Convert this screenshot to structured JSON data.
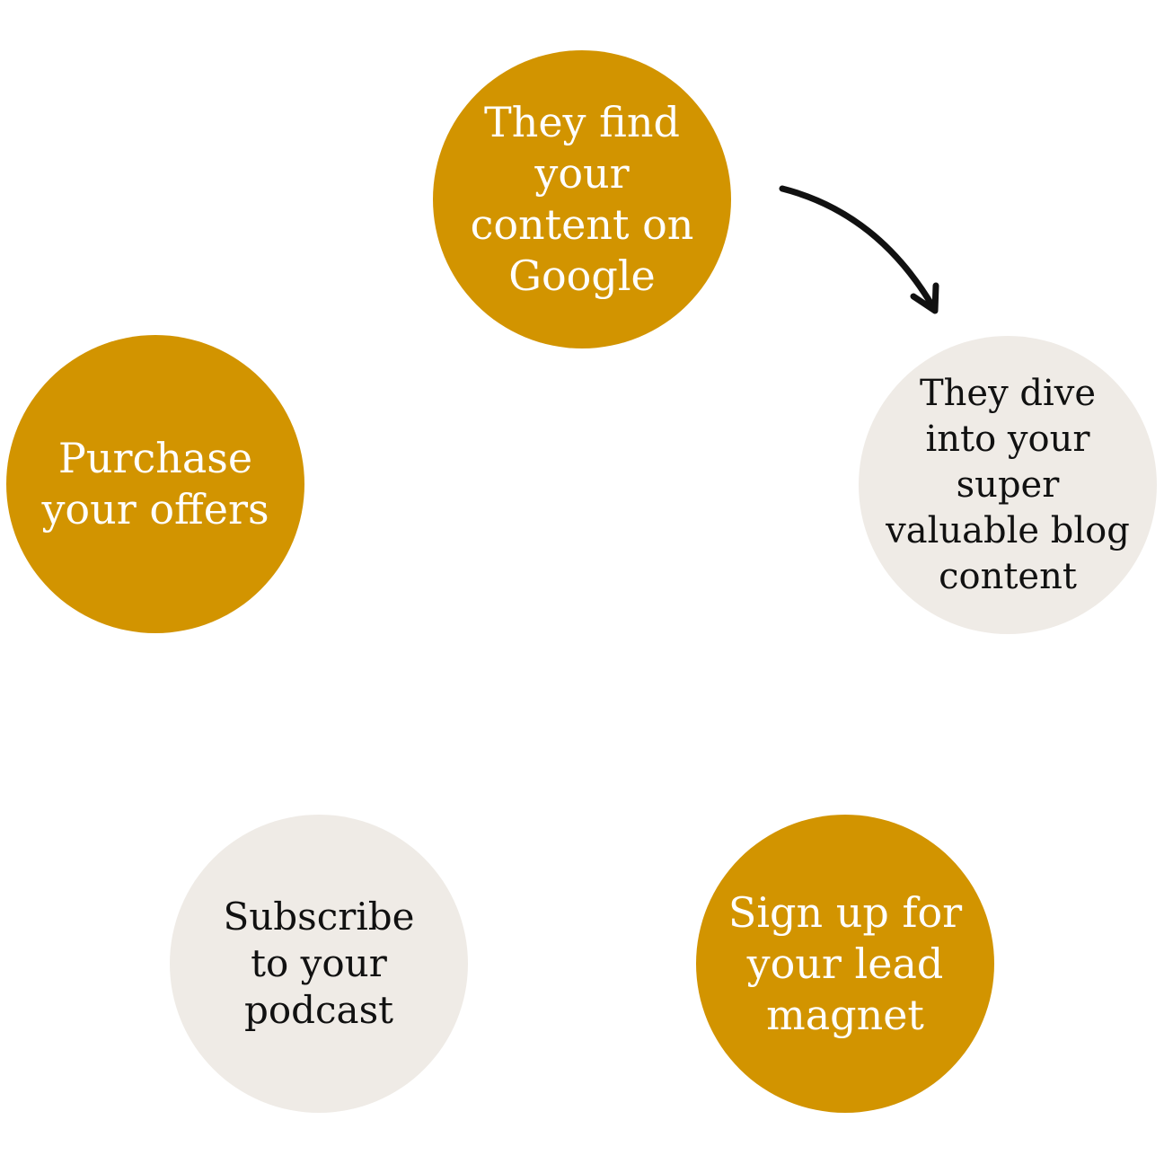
{
  "steps": [
    {
      "text": "They find\nyour\ncontent on\nGoogle",
      "color": "#d29400"
    },
    {
      "text": "They dive\ninto your\nsuper\nvaluable blog\ncontent",
      "color": "#efebe6"
    },
    {
      "text": "Sign up for\nyour lead\nmagnet",
      "color": "#d29400"
    },
    {
      "text": "Subscribe\nto your\npodcast",
      "color": "#efebe6"
    },
    {
      "text": "Purchase\nyour offers",
      "color": "#d29400"
    }
  ],
  "colors": {
    "accent": "#d29400",
    "light": "#efebe6",
    "arrow": "#111111",
    "background": "#ffffff"
  }
}
